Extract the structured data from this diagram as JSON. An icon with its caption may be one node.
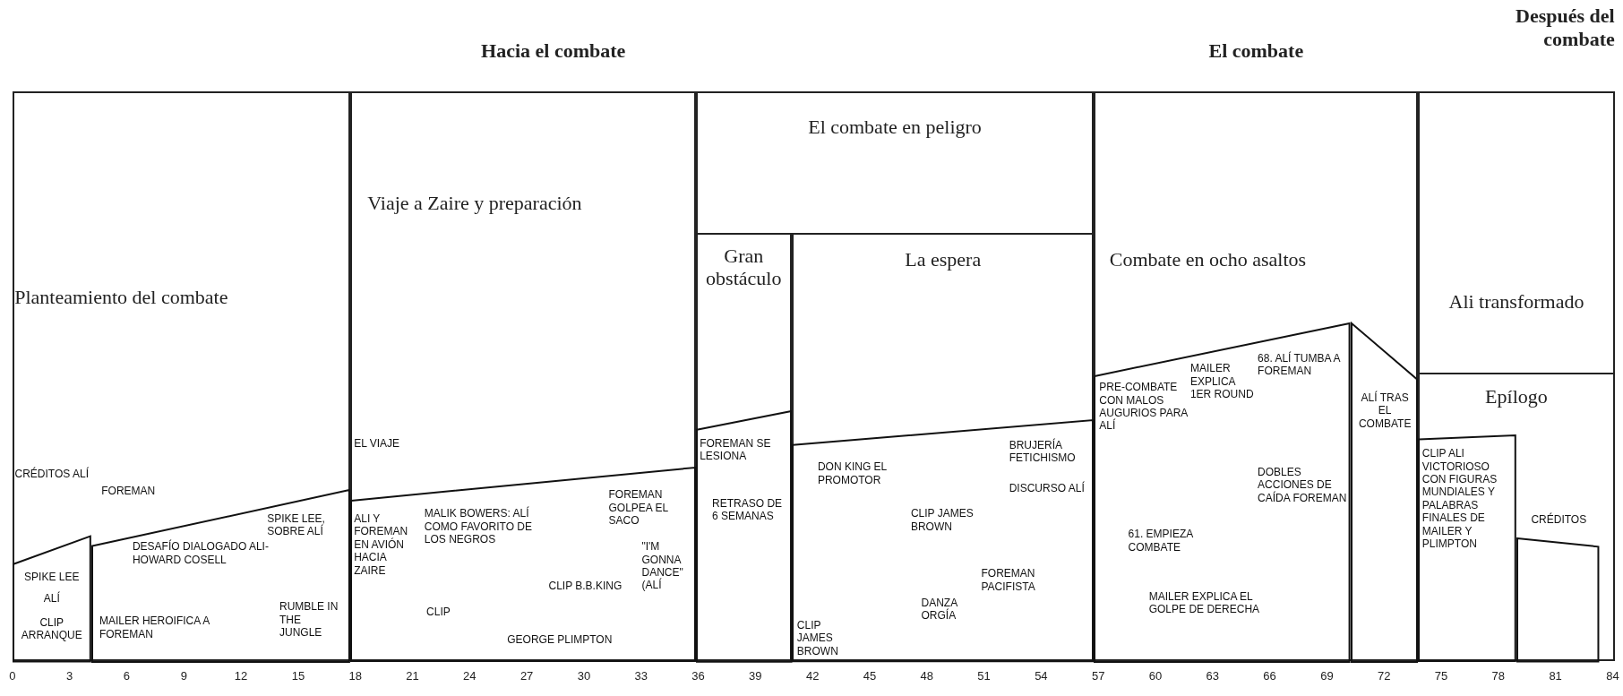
{
  "diagram": {
    "nodes": [
      {
        "text": [
          "Planteamiento del combate"
        ]
      },
      {
        "text": [
          "CRÉDITOS ALÍ",
          "SPIKE LEE",
          "ALÍ",
          "CLIP ARRANQUE"
        ],
        "in": 0
      },
      {
        "text": [
          "FOREMAN",
          "SPIKE LEE, SOBRE ALÍ",
          "DESAFÍO DIALOGADO ALI-HOWARD COSELL",
          "MAILER HEROIFICA A FOREMAN",
          "RUMBLE IN THE JUNGLE"
        ],
        "in": 0
      },
      {
        "text": [
          "Viaje a Zaire y preparación"
        ]
      },
      {
        "text": [
          "EL VIAJE",
          "ALI Y FOREMAN EN AVIÓN HACIA ZAIRE",
          "MALIK BOWERS: ALÍ COMO FAVORITO DE LOS NEGROS",
          "FOREMAN GOLPEA EL SACO",
          "\"I'M GONNA DANCE\" (ALÍ",
          "CLIP",
          "CLIP B.B.KING",
          "GEORGE PLIMPTON"
        ],
        "in": 3
      },
      {
        "text": [
          "El combate en peligro"
        ]
      },
      {
        "text": [
          "Gran obstáculo"
        ],
        "in": 5
      },
      {
        "text": [
          "FOREMAN SE LESIONA",
          "RETRASO DE 6 SEMANAS"
        ],
        "in": 6
      },
      {
        "text": [
          "La espera"
        ],
        "in": 5
      },
      {
        "text": [
          "DON KING EL PROMOTOR",
          "BRUJERÍA FETICHISMO",
          "DISCURSO ALÍ",
          "CLIP JAMES BROWN",
          "FOREMAN PACIFISTA",
          "DANZA ORGÍA",
          "CLIP JAMES BROWN"
        ],
        "in": 8
      },
      {
        "text": [
          "Combate en ocho asaltos"
        ]
      },
      {
        "text": [
          "PRE-COMBATE CON MALOS AUGURIOS PARA ALÍ",
          "MAILER EXPLICA 1ER ROUND",
          "68. ALÍ TUMBA A FOREMAN",
          "DOBLES ACCIONES DE CAÍDA FOREMAN",
          "61. EMPIEZA COMBATE",
          "MAILER EXPLICA EL GOLPE DE DERECHA"
        ],
        "in": 10
      },
      {
        "text": [
          "ALÍ TRAS EL COMBATE"
        ],
        "in": 10
      },
      {
        "text": [
          "Ali transformado"
        ]
      },
      {
        "text": [
          "Epílogo"
        ],
        "in": 13
      },
      {
        "text": [
          "CLIP ALI VICTORIOSO CON FIGURAS MUNDIALES Y PALABRAS FINALES DE MAILER Y PLIMPTON"
        ],
        "in": 14
      },
      {
        "text": [
          "CRÉDITOS"
        ],
        "in": 14
      }
    ],
    "labels": [
      "Hacia el combate",
      "El combate",
      "Después del combate",
      "0",
      "3",
      "6",
      "9",
      "12",
      "15",
      "18",
      "21",
      "24",
      "27",
      "30",
      "33",
      "36",
      "39",
      "42",
      "45",
      "48",
      "51",
      "54",
      "57",
      "60",
      "63",
      "66",
      "69",
      "72",
      "75",
      "78",
      "81",
      "84"
    ]
  }
}
